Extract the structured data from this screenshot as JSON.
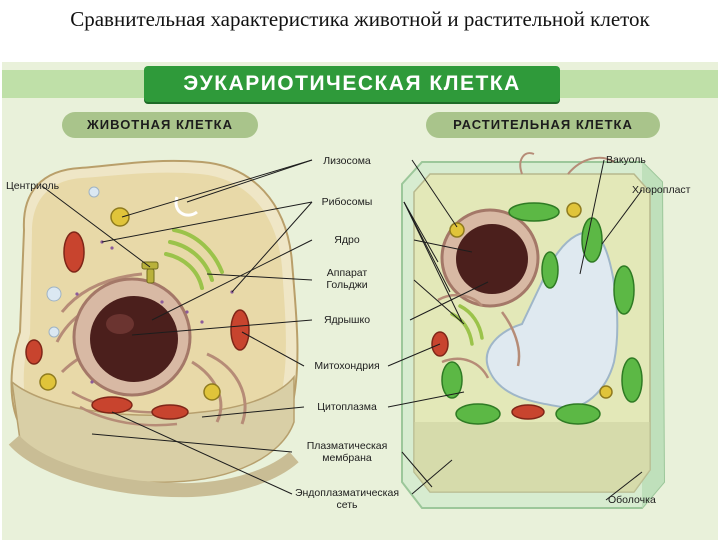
{
  "slide": {
    "title": "Сравнительная характеристика животной и растительной клеток"
  },
  "poster": {
    "main_title": "ЭУКАРИОТИЧЕСКАЯ КЛЕТКА",
    "animal_title": "ЖИВОТНАЯ КЛЕТКА",
    "plant_title": "РАСТИТЕЛЬНАЯ КЛЕТКА"
  },
  "labels": {
    "centriole": "Центриоль",
    "lysosome": "Лизосома",
    "ribosomes": "Рибосомы",
    "nucleus": "Ядро",
    "golgi_line1": "Аппарат",
    "golgi_line2": "Гольджи",
    "nucleolus": "Ядрышко",
    "mitochondria": "Митохондрия",
    "cytoplasm": "Цитоплазма",
    "membrane_line1": "Плазматическая",
    "membrane_line2": "мембрана",
    "er_line1": "Эндоплазматическая",
    "er_line2": "сеть",
    "vacuole": "Вакуоль",
    "chloroplast": "Хлоропласт",
    "cell_wall": "Оболочка"
  },
  "colors": {
    "background": "#e9f1da",
    "title_green": "#2f9a3a",
    "label_pill": "#a9c48b",
    "animal_cytoplasm": "#e8d9a8",
    "plant_cytoplasm": "#e3e8b8",
    "nucleus": "#4b1f1c",
    "mitochondria": "#c8442e",
    "chloroplast": "#5cb845",
    "vacuole": "#dfe9f0",
    "cell_wall": "#d7ecd0"
  }
}
